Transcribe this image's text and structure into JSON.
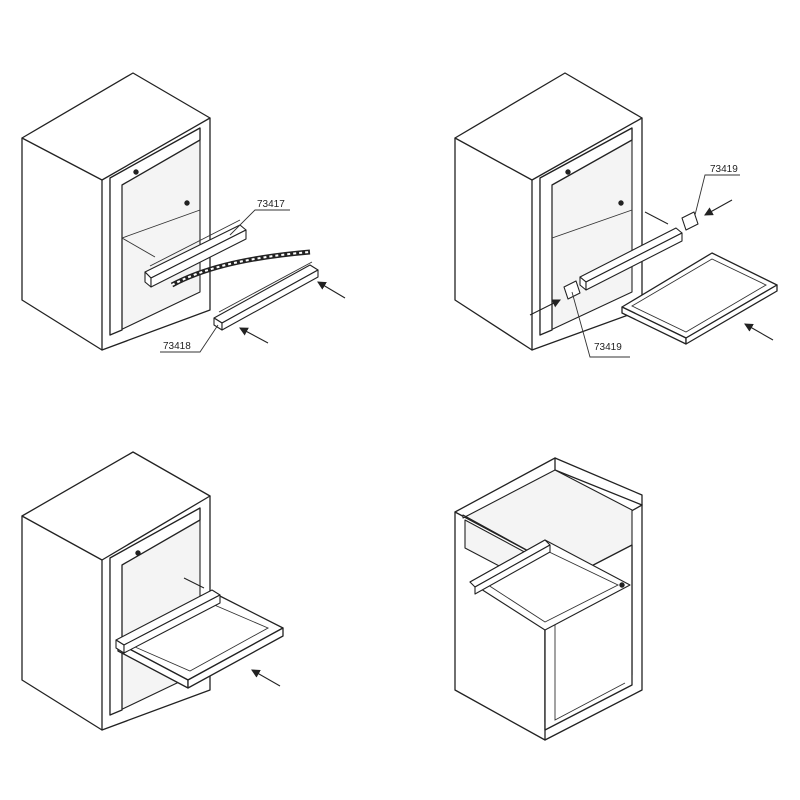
{
  "labels": {
    "step1_top": "73417",
    "step1_bottom": "73418",
    "step2_top": "73419",
    "step2_bottom": "73419"
  },
  "colors": {
    "line": "#222222",
    "background": "#ffffff"
  },
  "icons": [
    "arrow-icon",
    "screw-icon"
  ]
}
